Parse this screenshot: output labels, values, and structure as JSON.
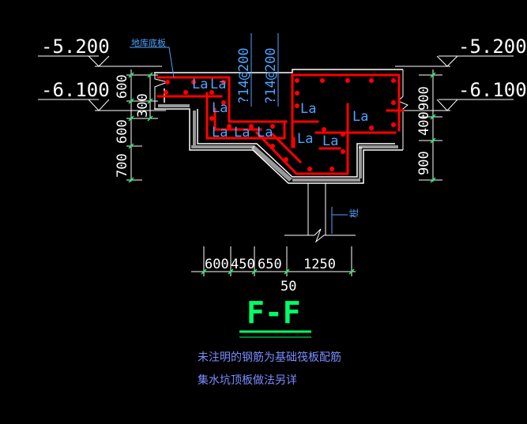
{
  "elevations": {
    "top": "-5.200",
    "second": "-6.100"
  },
  "left_dims": [
    "600",
    "300",
    "600",
    "700"
  ],
  "right_dims": [
    "900",
    "400",
    "900"
  ],
  "bottom_dims": [
    "600",
    "450",
    "650",
    "1250"
  ],
  "bottom_sub_dim": "50",
  "rebar_labels": [
    "?14@200",
    "?14@200"
  ],
  "anchorage_label": "La",
  "callouts": {
    "floor_slab": "地库底板",
    "pile": "桩"
  },
  "section_title": "F-F",
  "notes": [
    "未注明的钢筋为基础筏板配筋",
    "集水坑顶板做法另详"
  ],
  "colors": {
    "background": "#000000",
    "concrete": "#ffffff",
    "rebar": "#ff0000",
    "dimension": "#ffffff",
    "leader": "#00ffff",
    "elevation": "#ffffff",
    "label": "#4fa3ff",
    "title": "#00ff66",
    "note": "#7a8cff"
  }
}
